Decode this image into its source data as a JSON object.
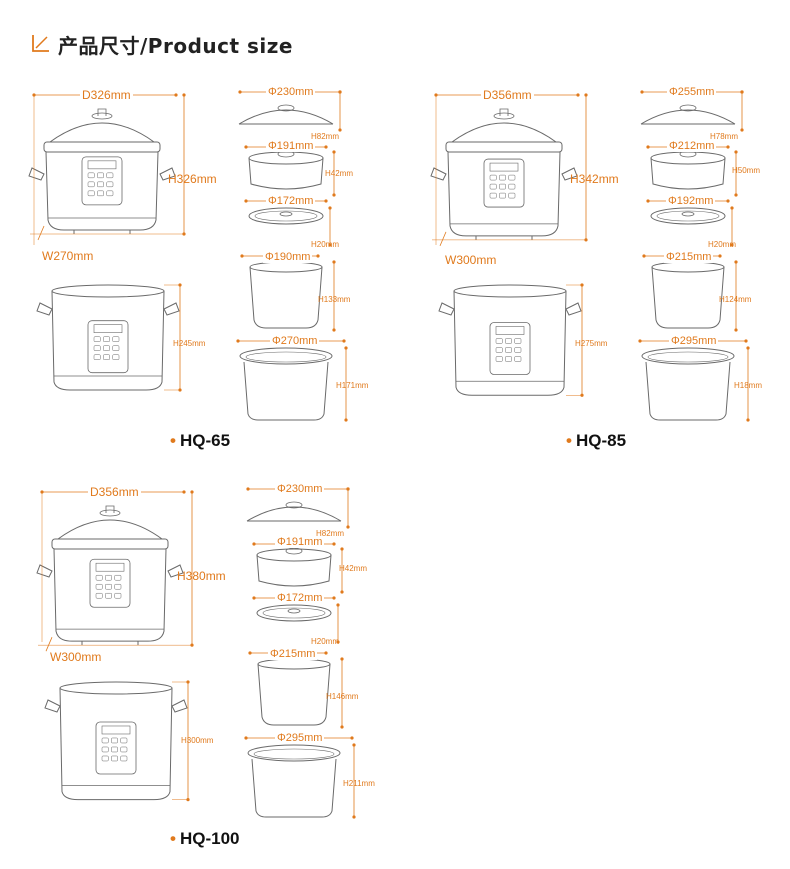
{
  "page": {
    "title": "产品尺寸/Product size",
    "accent": "#e07a1d"
  },
  "models": [
    {
      "name": "HQ-65",
      "cooker": {
        "diameter": "D326mm",
        "height": "H326mm",
        "width": "W270mm"
      },
      "body": {
        "height": "H245mm"
      },
      "parts": [
        {
          "diameter": "Φ230mm",
          "height": "H82mm"
        },
        {
          "diameter": "Φ191mm",
          "height": "H42mm"
        },
        {
          "diameter": "Φ172mm",
          "height": "H20mm"
        },
        {
          "diameter": "Φ190mm",
          "height": "H133mm"
        },
        {
          "diameter": "Φ270mm",
          "height": "H171mm"
        }
      ]
    },
    {
      "name": "HQ-85",
      "cooker": {
        "diameter": "D356mm",
        "height": "H342mm",
        "width": "W300mm"
      },
      "body": {
        "height": "H275mm"
      },
      "parts": [
        {
          "diameter": "Φ255mm",
          "height": "H78mm"
        },
        {
          "diameter": "Φ212mm",
          "height": "H50mm"
        },
        {
          "diameter": "Φ192mm",
          "height": "H20mm"
        },
        {
          "diameter": "Φ215mm",
          "height": "H124mm"
        },
        {
          "diameter": "Φ295mm",
          "height": "H18mm"
        }
      ]
    },
    {
      "name": "HQ-100",
      "cooker": {
        "diameter": "D356mm",
        "height": "H380mm",
        "width": "W300mm"
      },
      "body": {
        "height": "H300mm"
      },
      "parts": [
        {
          "diameter": "Φ230mm",
          "height": "H82mm"
        },
        {
          "diameter": "Φ191mm",
          "height": "H42mm"
        },
        {
          "diameter": "Φ172mm",
          "height": "H20mm"
        },
        {
          "diameter": "Φ215mm",
          "height": "H146mm"
        },
        {
          "diameter": "Φ295mm",
          "height": "H211mm"
        }
      ]
    }
  ]
}
